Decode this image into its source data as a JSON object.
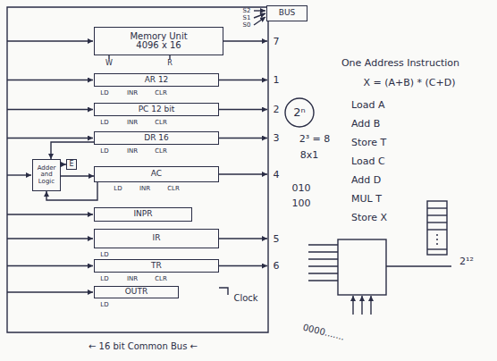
{
  "diagram": {
    "nodes": [
      {
        "text": [
          "BUS"
        ]
      },
      {
        "text": [
          "Memory Unit",
          "4096 x 16"
        ]
      },
      {
        "text": [
          "AR 12"
        ]
      },
      {
        "text": [
          "PC 12 bit"
        ]
      },
      {
        "text": [
          "DR 16"
        ]
      },
      {
        "text": [
          "Adder and Logic"
        ]
      },
      {
        "text": [
          "E"
        ]
      },
      {
        "text": [
          "AC"
        ]
      },
      {
        "text": [
          "INPR"
        ]
      },
      {
        "text": [
          "IR"
        ]
      },
      {
        "text": [
          "TR"
        ]
      },
      {
        "text": [
          "OUTR"
        ]
      },
      {
        "text": [
          "2ⁿ"
        ]
      }
    ],
    "edges": [
      {
        "from": 4,
        "to": 5,
        "arrow": "to"
      },
      {
        "from": 5,
        "to": 6,
        "arrow": "to"
      },
      {
        "from": 5,
        "to": 7,
        "arrow": "to"
      },
      {
        "from": 7,
        "to": 5,
        "arrow": "to"
      }
    ],
    "labels": [
      "S2",
      "S1",
      "S0",
      "7",
      "W",
      "R",
      "1",
      "LD",
      "INR",
      "CLR",
      "2",
      "LD",
      "INR",
      "CLR",
      "3",
      "LD",
      "INR",
      "CLR",
      "4",
      "LD",
      "INR",
      "CLR",
      "5",
      "LD",
      "6",
      "LD",
      "INR",
      "CLR",
      "LD",
      "Clock",
      "← 16 bit Common Bus ←",
      "One Address Instruction",
      "X = (A+B) * (C+D)",
      "Load A",
      "Add B",
      "Store T",
      "Load C",
      "Add D",
      "MUL T",
      "Store X",
      "2³ = 8",
      "8x1",
      "010",
      "100",
      "2¹²",
      "0000......."
    ]
  }
}
